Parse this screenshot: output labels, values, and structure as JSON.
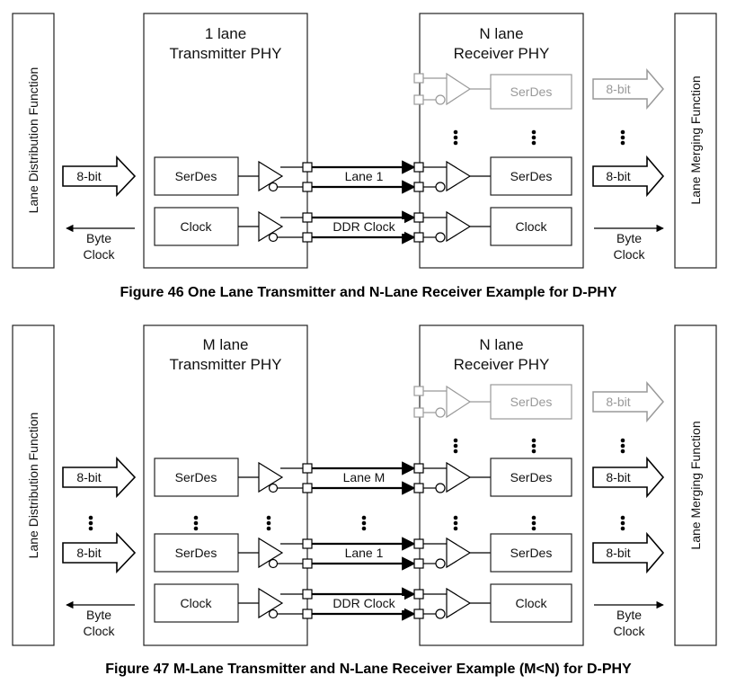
{
  "fig46": {
    "caption": "Figure 46 One Lane Transmitter and N-Lane Receiver Example for D-PHY",
    "left_block": "Lane Distribution Function",
    "right_block": "Lane Merging Function",
    "tx_title_1": "1 lane",
    "tx_title_2": "Transmitter PHY",
    "rx_title_1": "N lane",
    "rx_title_2": "Receiver PHY",
    "serdes": "SerDes",
    "clock": "Clock",
    "lane": "Lane 1",
    "ddr": "DDR Clock",
    "in_bits": "8-bit",
    "byte1": "Byte",
    "byte2": "Clock"
  },
  "fig47": {
    "caption": "Figure 47 M-Lane Transmitter and N-Lane Receiver Example (M<N) for D-PHY",
    "left_block": "Lane Distribution Function",
    "right_block": "Lane Merging Function",
    "tx_title_1": "M lane",
    "tx_title_2": "Transmitter PHY",
    "rx_title_1": "N lane",
    "rx_title_2": "Receiver  PHY",
    "serdes": "SerDes",
    "clock": "Clock",
    "lane_m": "Lane M",
    "lane_1": "Lane 1",
    "ddr": "DDR Clock",
    "in_bits": "8-bit",
    "byte1": "Byte",
    "byte2": "Clock"
  },
  "colors": {
    "line": "#000000",
    "greyed": "#999999"
  }
}
